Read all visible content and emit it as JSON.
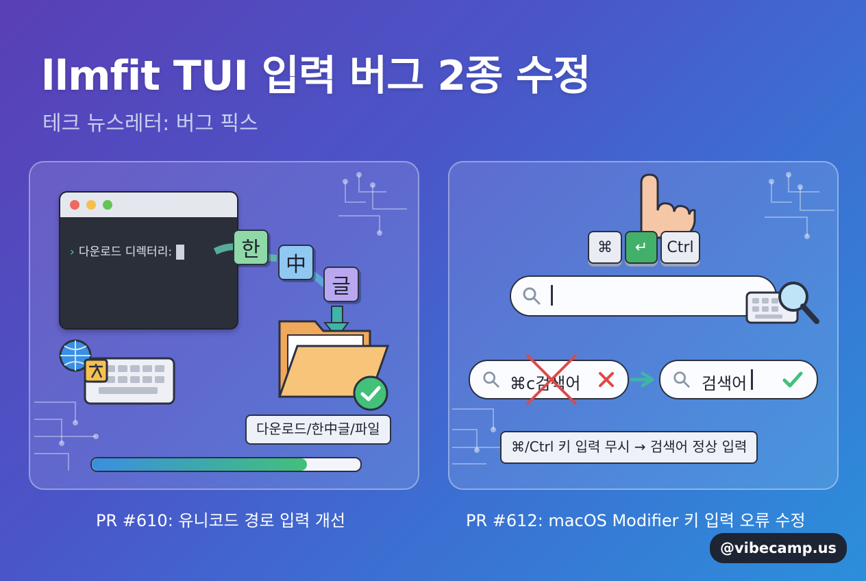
{
  "header": {
    "title": "llmfit TUI 입력 버그 2종 수정",
    "subtitle": "테크 뉴스레터: 버그 픽스"
  },
  "left_panel": {
    "terminal_prompt": "다운로드 디렉터리:",
    "tiles": [
      "한",
      "中",
      "글"
    ],
    "path_label": "다운로드/한中글/파일",
    "progress": 0.8,
    "caption": "PR #610: 유니코드 경로 입력 개선"
  },
  "right_panel": {
    "keys": [
      "⌘",
      "↵",
      "Ctrl"
    ],
    "wrong_text": "⌘c검색어",
    "correct_text": "검색어",
    "note": "⌘/Ctrl 키 입력 무시 → 검색어 정상 입력",
    "caption": "PR #612: macOS Modifier 키 입력 오류 수정"
  },
  "footer": {
    "handle": "@vibecamp.us"
  },
  "colors": {
    "accent_green": "#43c07a",
    "accent_red": "#e04848",
    "tile_green": "#8fd9a8",
    "tile_blue": "#8fc8f0",
    "tile_purple": "#b9a8ef",
    "folder": "#f5b96a"
  },
  "icons": [
    "globe-translate-icon",
    "keyboard-icon",
    "folder-icon",
    "checkmark-icon",
    "search-icon",
    "magnifier-icon",
    "cross-icon",
    "arrow-right-icon",
    "pointing-hand-icon"
  ]
}
